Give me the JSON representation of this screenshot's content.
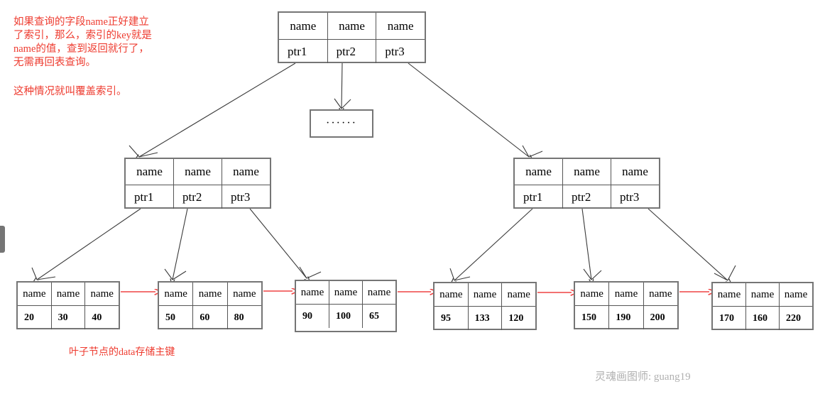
{
  "annotations": {
    "main_note": "如果查询的字段name正好建立\n了索引，那么，索引的key就是\nname的值，查到返回就行了，\n无需再回表查询。",
    "covering_note": "这种情况就叫覆盖索引。",
    "leaf_note": "叶子节点的data存储主键",
    "watermark": "灵魂画图师: guang19",
    "annotation_color": "#ee3b2f",
    "watermark_color": "#b0b0b0"
  },
  "tree": {
    "root": {
      "keys": [
        "name",
        "name",
        "name"
      ],
      "pointers": [
        "ptr1",
        "ptr2",
        "ptr3"
      ]
    },
    "ellipsis_node": {
      "label": "······"
    },
    "internal": [
      {
        "keys": [
          "name",
          "name",
          "name"
        ],
        "pointers": [
          "ptr1",
          "ptr2",
          "ptr3"
        ]
      },
      {
        "keys": [
          "name",
          "name",
          "name"
        ],
        "pointers": [
          "ptr1",
          "ptr2",
          "ptr3"
        ]
      }
    ],
    "leaves": [
      {
        "keys": [
          "name",
          "name",
          "name"
        ],
        "values": [
          "20",
          "30",
          "40"
        ]
      },
      {
        "keys": [
          "name",
          "name",
          "name"
        ],
        "values": [
          "50",
          "60",
          "80"
        ]
      },
      {
        "keys": [
          "name",
          "name",
          "name"
        ],
        "values": [
          "90",
          "100",
          "65"
        ]
      },
      {
        "keys": [
          "name",
          "name",
          "name"
        ],
        "values": [
          "95",
          "133",
          "120"
        ]
      },
      {
        "keys": [
          "name",
          "name",
          "name"
        ],
        "values": [
          "150",
          "190",
          "200"
        ]
      },
      {
        "keys": [
          "name",
          "name",
          "name"
        ],
        "values": [
          "170",
          "160",
          "220"
        ]
      }
    ]
  },
  "style": {
    "node_border_color": "#757575",
    "edge_color": "#3a3a3a",
    "leaf_link_color": "#ef4444"
  }
}
